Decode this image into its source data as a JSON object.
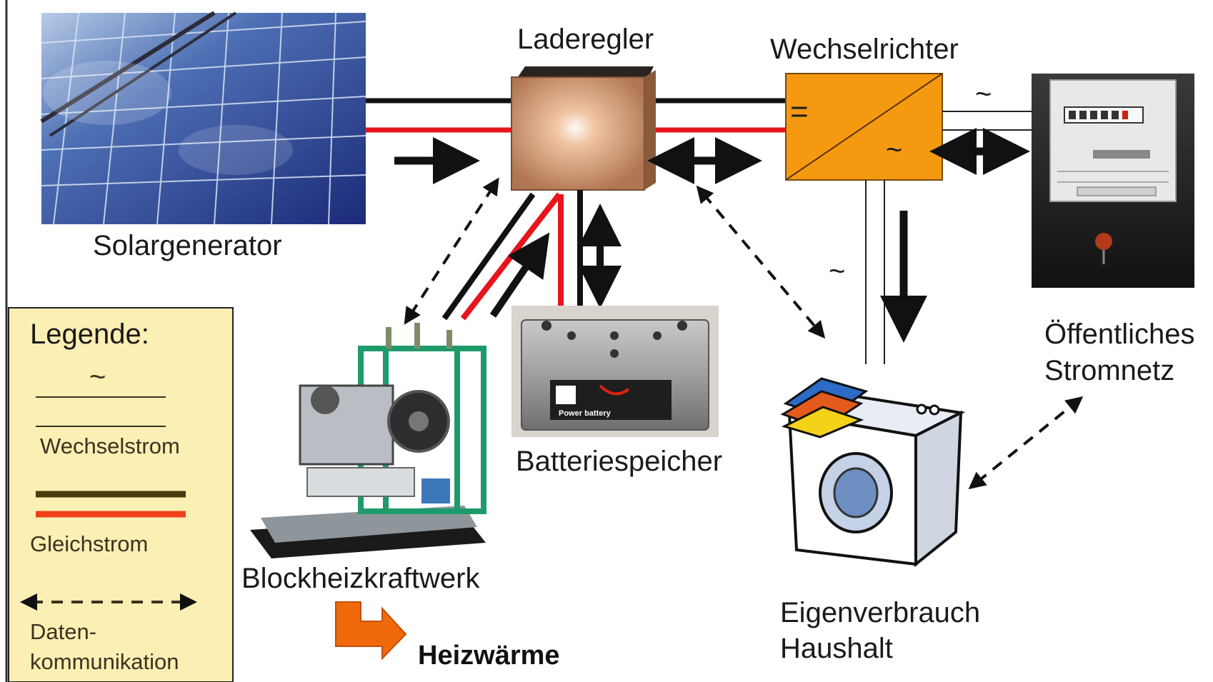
{
  "colors": {
    "dc_negative": "#111111",
    "dc_positive": "#e8141c",
    "inverter": "#f59a10",
    "legend_bg": "#fcefb4",
    "legend_dc_dark": "#4a3b0e",
    "legend_dc_red": "#f0401a",
    "heat_arrow": "#f06a0c"
  },
  "labels": {
    "solar": "Solargenerator",
    "charge_controller": "Laderegler",
    "inverter": "Wechselrichter",
    "inverter_dc_symbol": "=",
    "ac_symbol": "~",
    "chp": "Blockheizkraftwerk",
    "battery": "Batteriespeicher",
    "household_line1": "Eigenverbrauch",
    "household_line2": "Haushalt",
    "grid_line1": "Öffentliches",
    "grid_line2": "Stromnetz",
    "heat": "Heizwärme"
  },
  "legend": {
    "title": "Legende:",
    "ac_symbol": "~",
    "ac_label": "Wechselstrom",
    "dc_label": "Gleichstrom",
    "data_label_line1": "Daten-",
    "data_label_line2": "kommunikation"
  },
  "icons": {
    "solar": "solar-panel-icon",
    "charge_controller": "charge-controller-box-icon",
    "inverter": "inverter-icon",
    "meter": "electricity-meter-icon",
    "chp": "chp-engine-icon",
    "battery": "battery-icon",
    "household": "washing-machine-icon",
    "heat": "heat-arrow-icon"
  },
  "battery_brand": "Power battery"
}
